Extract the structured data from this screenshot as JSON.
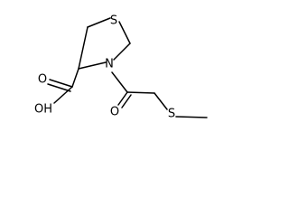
{
  "molecule": {
    "atoms": {
      "ring_sulfur": "S",
      "ring_nitrogen": "N",
      "acid_hydroxyl": "OH",
      "acid_oxygen": "O",
      "carbonyl_oxygen": "O",
      "thioether_sulfur": "S"
    },
    "colors": {
      "bond": "#000000",
      "label": "#000000",
      "background": "#ffffff"
    }
  }
}
